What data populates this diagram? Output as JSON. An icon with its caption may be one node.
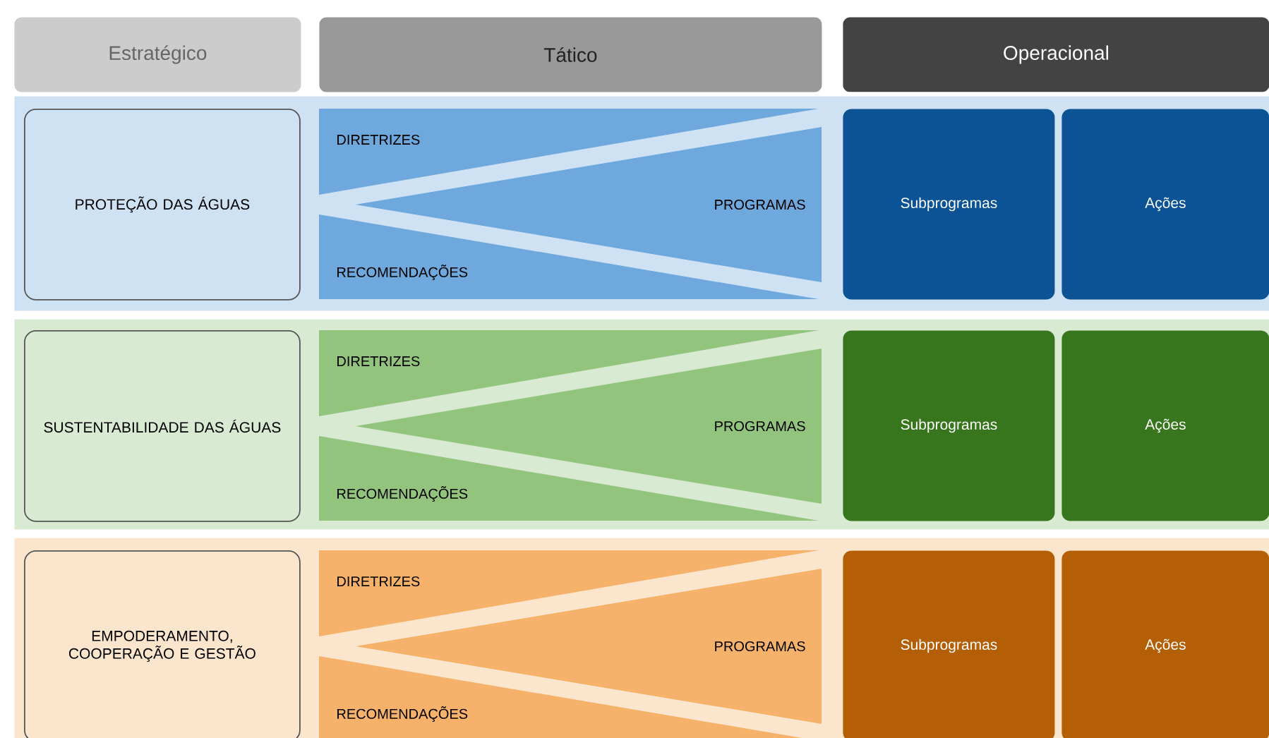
{
  "diagram": {
    "nodes": [
      {
        "text": [
          "Estratégico"
        ]
      },
      {
        "text": [
          "Tático"
        ]
      },
      {
        "text": [
          "Operacional"
        ]
      },
      {
        "text": [],
        "shape": "band"
      },
      {
        "text": [
          "PROTEÇÃO DAS ÁGUAS"
        ],
        "in": 3
      },
      {
        "text": [
          "DIRETRIZES"
        ],
        "in": 3
      },
      {
        "text": [
          "PROGRAMAS"
        ],
        "in": 3
      },
      {
        "text": [
          "RECOMENDAÇÕES"
        ],
        "in": 3
      },
      {
        "text": [
          "Subprogramas"
        ],
        "in": 3
      },
      {
        "text": [
          "Ações"
        ],
        "in": 3
      },
      {
        "text": [],
        "shape": "band"
      },
      {
        "text": [
          "SUSTENTABILIDADE DAS ÁGUAS"
        ],
        "in": 10
      },
      {
        "text": [
          "DIRETRIZES"
        ],
        "in": 10
      },
      {
        "text": [
          "PROGRAMAS"
        ],
        "in": 10
      },
      {
        "text": [
          "RECOMENDAÇÕES"
        ],
        "in": 10
      },
      {
        "text": [
          "Subprogramas"
        ],
        "in": 10
      },
      {
        "text": [
          "Ações"
        ],
        "in": 10
      },
      {
        "text": [],
        "shape": "band"
      },
      {
        "text": [
          "EMPODERAMENTO, COOPERAÇÃO E GESTÃO"
        ],
        "in": 17
      },
      {
        "text": [
          "DIRETRIZES"
        ],
        "in": 17
      },
      {
        "text": [
          "PROGRAMAS"
        ],
        "in": 17
      },
      {
        "text": [
          "RECOMENDAÇÕES"
        ],
        "in": 17
      },
      {
        "text": [
          "Subprogramas"
        ],
        "in": 17
      },
      {
        "text": [
          "Ações"
        ],
        "in": 17
      }
    ]
  }
}
